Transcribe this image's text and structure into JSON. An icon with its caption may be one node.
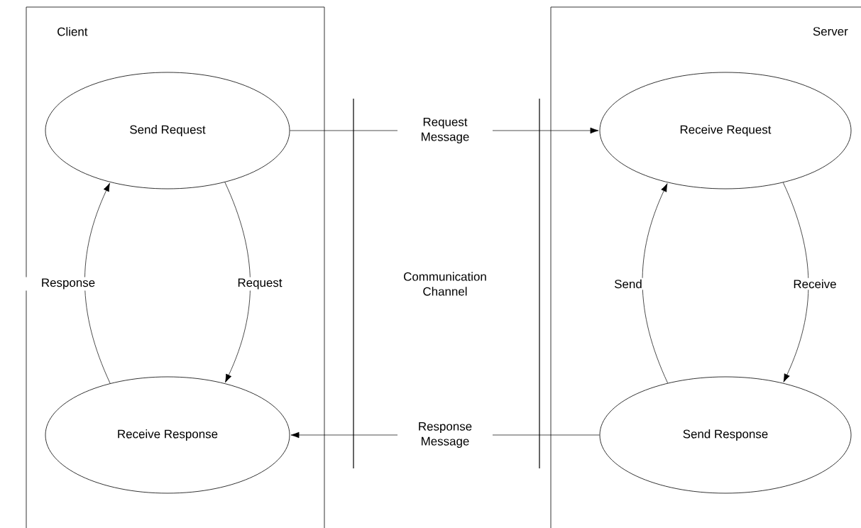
{
  "diagram": {
    "nodes": [
      {
        "text": [
          "Client"
        ]
      },
      {
        "text": [
          "Send Request"
        ],
        "in": 0
      },
      {
        "text": [
          "Receive Response"
        ],
        "in": 0
      },
      {
        "text": [
          "Server"
        ]
      },
      {
        "text": [
          "Receive Request"
        ],
        "in": 3
      },
      {
        "text": [
          "Send Response"
        ],
        "in": 3
      }
    ],
    "edges": [
      {
        "from": 1,
        "to": 2,
        "arrow": "to",
        "label": "Request"
      },
      {
        "from": 2,
        "to": 1,
        "arrow": "to",
        "label": "Response"
      },
      {
        "from": 4,
        "to": 5,
        "arrow": "to",
        "label": "Receive"
      },
      {
        "from": 5,
        "to": 4,
        "arrow": "to",
        "label": "Send"
      },
      {
        "from": 1,
        "to": 4,
        "arrow": "to",
        "label": "Request Message"
      },
      {
        "from": 5,
        "to": 2,
        "arrow": "to",
        "label": "Response Message"
      }
    ],
    "labels": [
      "Communication Channel"
    ]
  }
}
